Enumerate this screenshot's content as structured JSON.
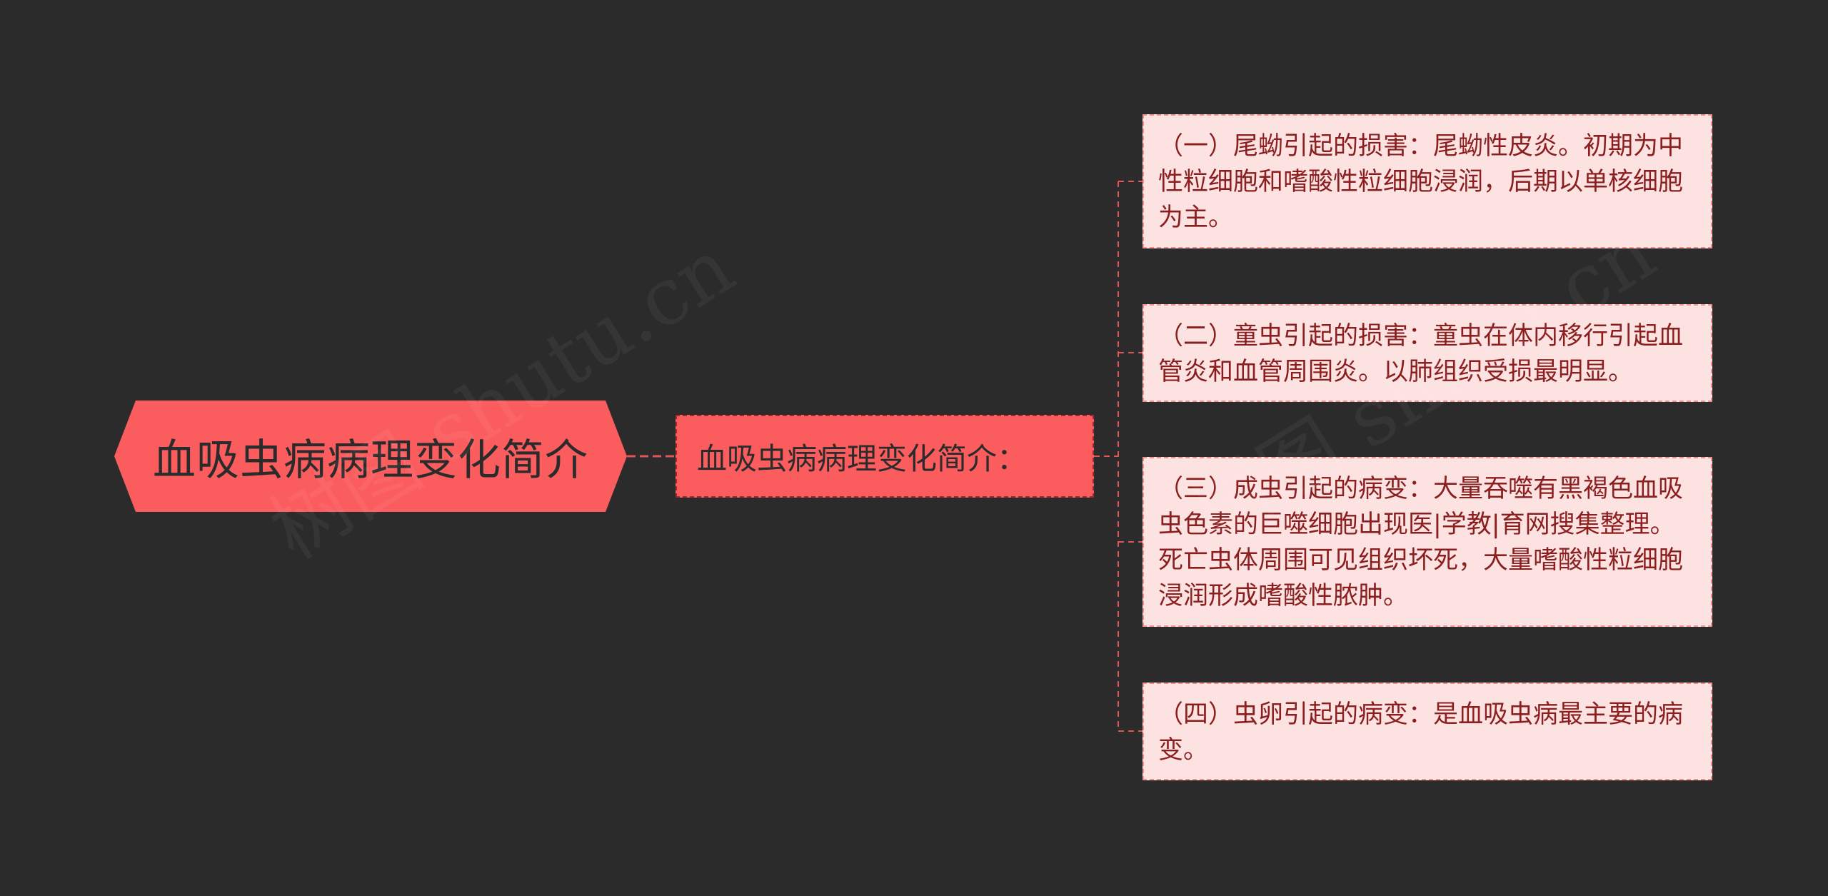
{
  "root": {
    "label": "血吸虫病病理变化简介"
  },
  "subtopic": {
    "label": "血吸虫病病理变化简介："
  },
  "leaves": [
    {
      "text": "（一）尾蚴引起的损害：尾蚴性皮炎。初期为中性粒细胞和嗜酸性粒细胞浸润，后期以单核细胞为主。"
    },
    {
      "text": "（二）童虫引起的损害：童虫在体内移行引起血管炎和血管周围炎。以肺组织受损最明显。"
    },
    {
      "text": "（三）成虫引起的病变：大量吞噬有黑褐色血吸虫色素的巨噬细胞出现医|学教|育网搜集整理。死亡虫体周围可见组织坏死，大量嗜酸性粒细胞浸润形成嗜酸性脓肿。"
    },
    {
      "text": "（四）虫卵引起的病变：是血吸虫病最主要的病变。"
    }
  ],
  "watermarks": [
    "树图 shutu.cn",
    "树图 shutu.cn"
  ],
  "colors": {
    "background": "#2b2b2b",
    "root_fill": "#fb5d5f",
    "subtopic_fill": "#fb5d5f",
    "leaf_fill": "#fde2e2",
    "leaf_text": "#8b1f1f",
    "connector": "#e05555"
  }
}
